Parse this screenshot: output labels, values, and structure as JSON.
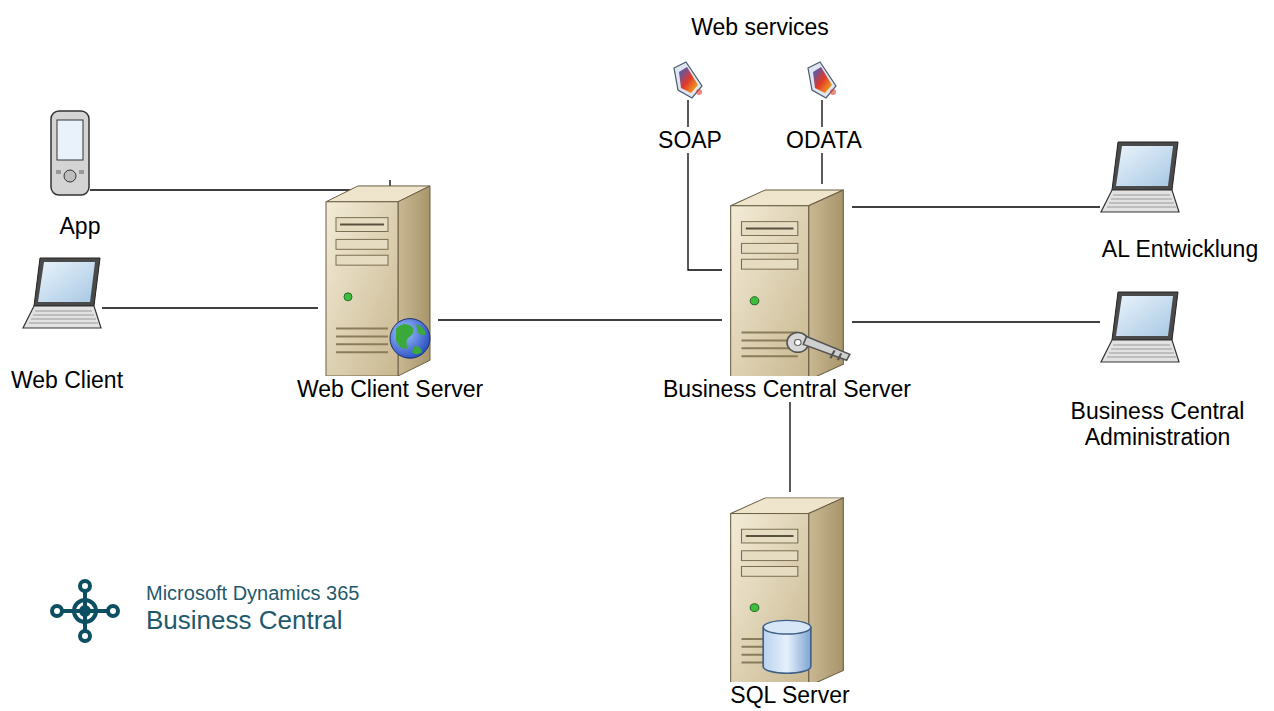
{
  "diagram": {
    "nodes": [
      {
        "text": [
          "App"
        ]
      },
      {
        "text": [
          "Web Client"
        ]
      },
      {
        "text": [
          "Web Client Server"
        ]
      },
      {
        "text": [
          "SOAP"
        ]
      },
      {
        "text": [
          "ODATA"
        ]
      },
      {
        "text": [
          "Business Central Server"
        ]
      },
      {
        "text": [
          "AL Entwicklung"
        ]
      },
      {
        "text": [
          "Business Central Administration"
        ]
      },
      {
        "text": [
          "SQL Server"
        ]
      }
    ],
    "edges": [
      {
        "from": 0,
        "to": 2,
        "arrow": "none"
      },
      {
        "from": 1,
        "to": 2,
        "arrow": "none"
      },
      {
        "from": 2,
        "to": 5,
        "arrow": "none"
      },
      {
        "from": 3,
        "to": 5,
        "arrow": "none"
      },
      {
        "from": 4,
        "to": 5,
        "arrow": "none"
      },
      {
        "from": 5,
        "to": 6,
        "arrow": "none"
      },
      {
        "from": 5,
        "to": 7,
        "arrow": "none"
      },
      {
        "from": 5,
        "to": 8,
        "arrow": "none"
      }
    ],
    "labels": [
      "Web services",
      "Microsoft Dynamics 365",
      "Business Central"
    ]
  }
}
